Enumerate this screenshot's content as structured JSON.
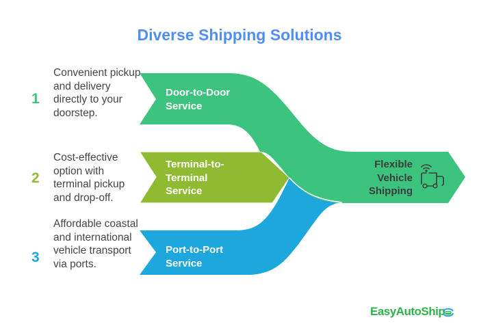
{
  "title": "Diverse Shipping Solutions",
  "colors": {
    "title": "#4f8ef5",
    "green": "#3cc47f",
    "lime": "#8fbb33",
    "blue": "#1ea7dc",
    "brand": "#2db34a"
  },
  "items": [
    {
      "number": "1",
      "description": "Convenient pickup and delivery directly to your doorstep.",
      "label_lines": [
        "Door-to-Door",
        "Service"
      ]
    },
    {
      "number": "2",
      "description": "Cost-effective option with terminal pickup and drop-off.",
      "label_lines": [
        "Terminal-to-",
        "Terminal",
        "Service"
      ]
    },
    {
      "number": "3",
      "description": "Affordable coastal and international vehicle transport via ports.",
      "label_lines": [
        "Port-to-Port",
        "Service"
      ]
    }
  ],
  "destination": {
    "label_lines": [
      "Flexible",
      "Vehicle",
      "Shipping"
    ],
    "icon": "connected-truck-icon"
  },
  "brand": {
    "name": "EasyAutoShip",
    "icon": "car-logo-icon"
  }
}
